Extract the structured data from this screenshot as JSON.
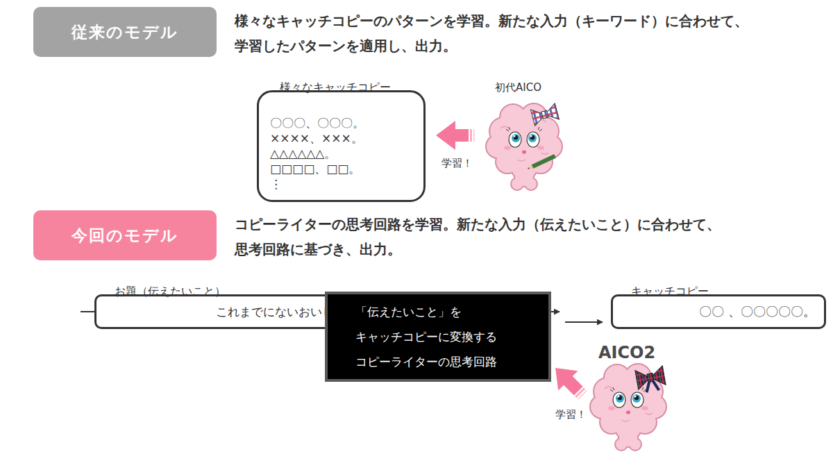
{
  "diagram": {
    "nodes": [
      {
        "text": [
          "従来のモデル"
        ]
      },
      {
        "text": [
          "様々なキャッチコピー",
          "〇〇〇、〇〇〇。",
          "××××、×××。",
          "△△△△△△。",
          "□□□□、□□。",
          "⋮"
        ]
      },
      {
        "text": [
          "今回のモデル"
        ]
      },
      {
        "text": [
          "お題（伝えたいこと）",
          "これまでにないおいしさ"
        ]
      },
      {
        "text": [
          "「伝えたいこと」を キャッチコピーに変換する コピーライターの思考回路"
        ]
      },
      {
        "text": [
          "キャッチコピー",
          "〇〇 、〇〇〇〇〇。"
        ]
      }
    ],
    "edges": [
      {
        "from": 3,
        "to": 4,
        "arrow": "to"
      },
      {
        "from": 4,
        "to": 5,
        "arrow": "to"
      }
    ],
    "labels": [
      "様々なキャッチコピーのパターンを学習。新たな入力（キーワード）に合わせて、 学習したパターンを適用し、出力。",
      "初代AICO",
      "学習！",
      "コピーライターの思考回路を学習。新たな入力（伝えたいこと）に合わせて、 思考回路に基づき、出力。",
      "AICO2",
      "学習！"
    ]
  }
}
